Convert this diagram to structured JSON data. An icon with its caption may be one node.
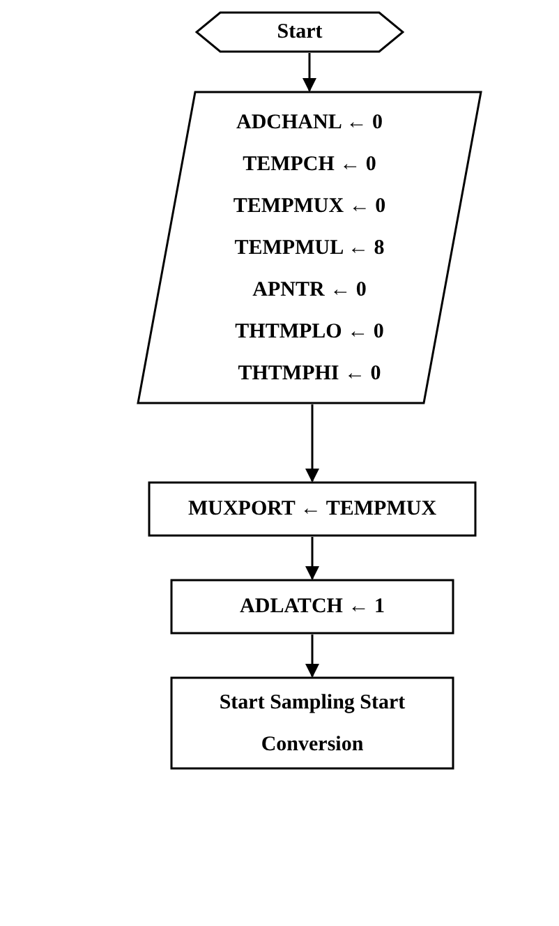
{
  "diagram": {
    "nodes": [
      {
        "text": [
          "Start"
        ]
      },
      {
        "text": [
          "ADCHANL ← 0",
          "TEMPCH ← 0",
          "TEMPMUX ← 0",
          "TEMPMUL ← 8",
          "APNTR ← 0",
          "THTMPLO ← 0",
          "THTMPHI ← 0"
        ]
      },
      {
        "text": [
          "MUXPORT ← TEMPMUX"
        ]
      },
      {
        "text": [
          "ADLATCH ← 1"
        ]
      },
      {
        "text": [
          "Start Sampling Start Conversion"
        ]
      }
    ],
    "edges": [
      {
        "from": 0,
        "to": 1,
        "arrow": "to"
      },
      {
        "from": 1,
        "to": 2,
        "arrow": "to"
      },
      {
        "from": 2,
        "to": 3,
        "arrow": "to"
      },
      {
        "from": 3,
        "to": 4,
        "arrow": "to"
      }
    ]
  }
}
